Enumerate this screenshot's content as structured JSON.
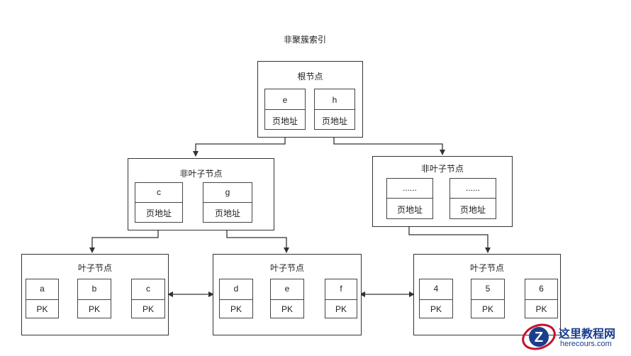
{
  "title": "非聚簇索引",
  "root": {
    "label": "根节点",
    "cells": [
      {
        "key": "e",
        "val": "页地址"
      },
      {
        "key": "h",
        "val": "页地址"
      }
    ]
  },
  "nonleaf_left": {
    "label": "非叶子节点",
    "cells": [
      {
        "key": "c",
        "val": "页地址"
      },
      {
        "key": "g",
        "val": "页地址"
      }
    ]
  },
  "nonleaf_right": {
    "label": "非叶子节点",
    "cells": [
      {
        "key": "......",
        "val": "页地址"
      },
      {
        "key": "......",
        "val": "页地址"
      }
    ]
  },
  "leaf1": {
    "label": "叶子节点",
    "cells": [
      {
        "key": "a",
        "val": "PK"
      },
      {
        "key": "b",
        "val": "PK"
      },
      {
        "key": "c",
        "val": "PK"
      }
    ]
  },
  "leaf2": {
    "label": "叶子节点",
    "cells": [
      {
        "key": "d",
        "val": "PK"
      },
      {
        "key": "e",
        "val": "PK"
      },
      {
        "key": "f",
        "val": "PK"
      }
    ]
  },
  "leaf3": {
    "label": "叶子节点",
    "cells": [
      {
        "key": "4",
        "val": "PK"
      },
      {
        "key": "5",
        "val": "PK"
      },
      {
        "key": "6",
        "val": "PK"
      }
    ]
  },
  "watermark": {
    "logo_letter": "Z",
    "name": "这里教程网",
    "url": "herecours.com",
    "color": "#1a3e8c",
    "accent": "#c8102e"
  }
}
